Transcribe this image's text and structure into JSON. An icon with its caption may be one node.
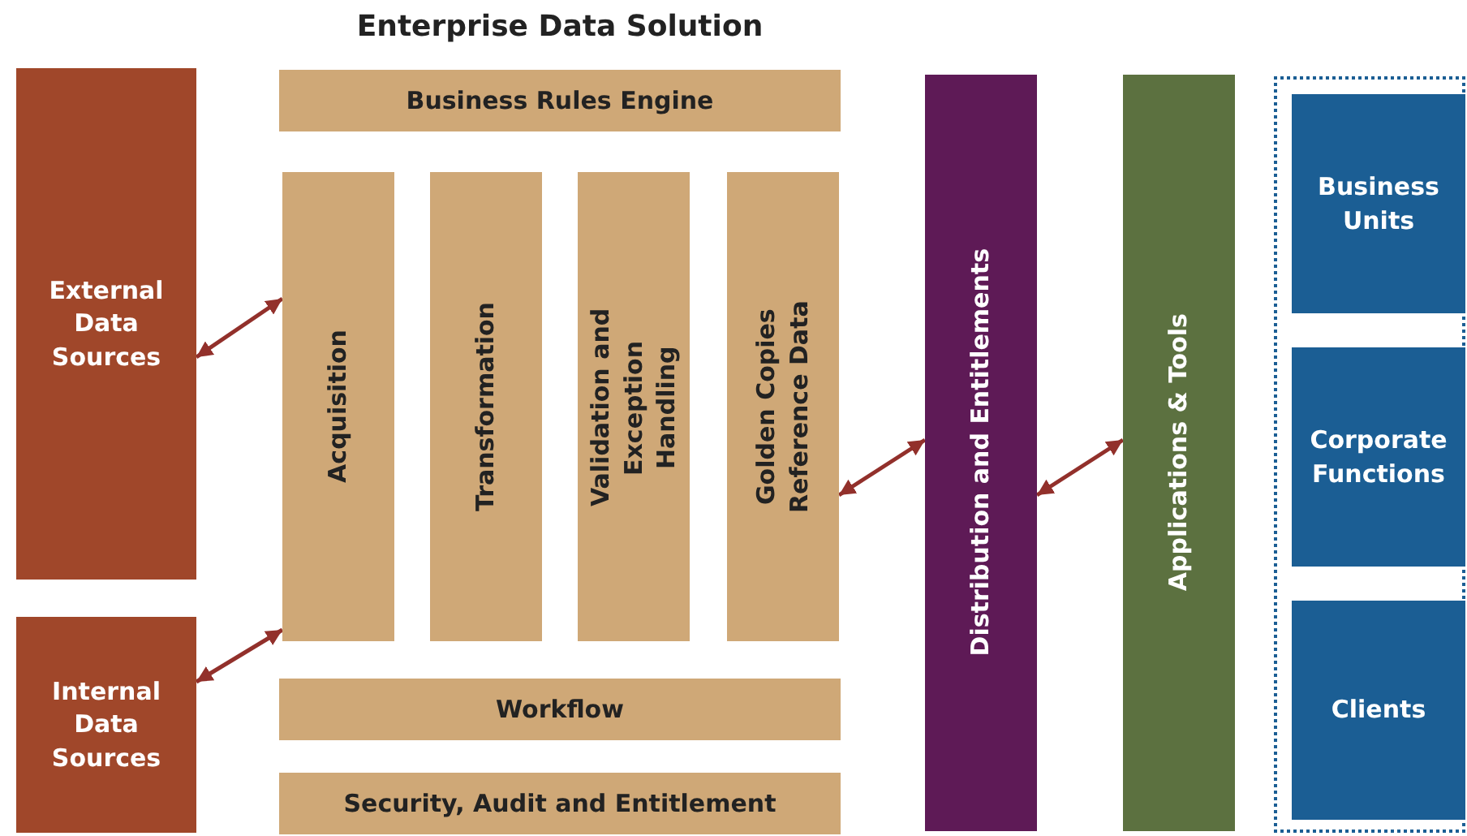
{
  "diagram": {
    "title": "Enterprise Data Solution",
    "nodes": [
      {
        "text": [
          "External Data Sources"
        ]
      },
      {
        "text": [
          "Internal Data Sources"
        ]
      },
      {
        "text": [
          "Business Rules Engine"
        ]
      },
      {
        "text": [
          "Acquisition"
        ]
      },
      {
        "text": [
          "Transformation"
        ]
      },
      {
        "text": [
          "Validation and Exception Handling"
        ]
      },
      {
        "text": [
          "Golden Copies Reference Data"
        ]
      },
      {
        "text": [
          "Workflow"
        ]
      },
      {
        "text": [
          "Security, Audit and Entitlement"
        ]
      },
      {
        "text": [
          "Distribution and Entitlements"
        ]
      },
      {
        "text": [
          "Applications & Tools"
        ]
      },
      {
        "text": [],
        "shape": "box"
      },
      {
        "text": [
          "Business Units"
        ],
        "in": 11
      },
      {
        "text": [
          "Corporate Functions"
        ],
        "in": 11
      },
      {
        "text": [
          "Clients"
        ],
        "in": 11
      }
    ],
    "edges": [
      {
        "from": 0,
        "to": 3,
        "arrow": "both"
      },
      {
        "from": 1,
        "to": 3,
        "arrow": "both"
      },
      {
        "from": 6,
        "to": 9,
        "arrow": "both"
      },
      {
        "from": 9,
        "to": 10,
        "arrow": "both"
      }
    ]
  }
}
